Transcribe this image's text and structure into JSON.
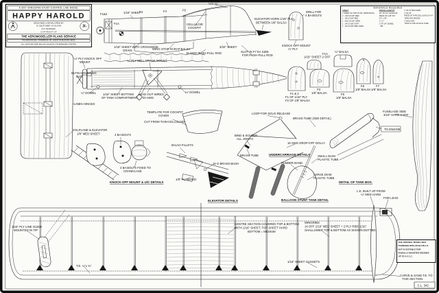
{
  "plan": {
    "banner": "A 30½\" WINGSPAN STUNT CONTROL LINE MODEL",
    "title": "HAPPY HAROLD",
    "designed_by": "DESIGNED & DEVELOPED BY",
    "designers_1": "N.J.BUTCHER, M.GLYNN",
    "designers_2": "& D. BOWLES.",
    "price": "3/-",
    "copyright": "COPYRIGHT OF",
    "publisher": "THE AEROMODELLER PLANS SERVICE",
    "address": "THE AERODROME, STANBRIDGE, NR. LEIGHTON BUZZARD, BEDS.",
    "woods_note": "ALL WOODS ARE BALSA UNLESS OTHERWISE STATED",
    "plan_number": "C.L. 342"
  },
  "materials": {
    "heading": "MATERIALS REQUIRED",
    "sheet_heading": "SHEET:",
    "misc_heading": "MISCELLANEOUS",
    "sheet_rows": [
      "1 SHEET OF 3/16\"x3\"x36\" HARD BALSA",
      "2     ·     1/16\"x3\"x36\" MED     ·",
      "1     ·     1/8\"x3\"x36\" MED     ·",
      "1     ·     3/32\"x3\"x36\" HARD    ·",
      "1     ·     1/4\"x2\"x36\" SOFT    ·",
      "1     ·     1/4\"x3\"x36\" MED HARD ·"
    ],
    "misc_rows": [
      "2'6\" OF 1/4\" SQ BALSA",
      "PIECE OF 1/16\" PLY",
      "2'6\" x 1/4\"  ·",
      "1' x 2\"  ·  ·",
      "2' OF 1/4\" DOWEL",
      "  ·  3/8\"  ·"
    ],
    "wire_rows": [
      "2' OF 16 SWG WIRE",
      "2' OF 18  ·    ·",
      "PIECE OF THIN CELLULOID 2½\"x4\"",
      "TAPE FOR HINGES",
      "2\" BALLOON",
      "THICK & THIN PLASTIC TUBE"
    ]
  },
  "note_box": {
    "line1": "THE ORIGINAL MODEL WAS",
    "line2": "POWERED WITH AN ELFIN 1·8",
    "line3": "BUT IS SUITABLE FOR",
    "line4": "RADIALLY MOUNTED ENGINES",
    "line5": "UP TO 2·5 C.C."
  },
  "labels": {
    "f1_2": "F1&2",
    "f1a_nose": "F1A",
    "sheet116_top": "1/16\" SHEET",
    "f3": "F3",
    "f4": "F4",
    "f5": "F5",
    "quarter_square": "¼\"x ¼\"",
    "celluloid_1": "CELLULOID",
    "celluloid_2": "COCKPIT",
    "crosswise_1": "1/16\" SHEET WITH CROSSWISE",
    "crosswise_2": "GRAIN",
    "wing_stop": "WING STOP SCRAP BALSA",
    "push_pull": "16 SWG PUSH-PULL ROD",
    "elev_horn_1": "ELEVATOR HORN 1/16\" PLY",
    "elev_horn_2": "BETWEEN 1/8\" BALSA",
    "slot_1": "SLOT IN F7 EA SIDE",
    "slot_2": "FOR PUSH PULL ROD",
    "sheet332": "3/32\" SHEET",
    "drill_1": "DRILL FOR",
    "drill_2": "4 BA BOLTS",
    "knock_mount_1": "KNOCK OFF MOUNT",
    "knock_mount_2": "¼\" PLY",
    "f1a_sheet_1": "F1A",
    "f1a_sheet_2": "1/16\" SHEET  2 OFF",
    "ply_knock_1": "¼\" PLY KNOCK OFF",
    "ply_knock_2": "MOUNT",
    "bellcrank_mount": "¼\" PLY BELL CRANK MOUNT",
    "elfin_1": "ELFIN MOUNTING",
    "elfin_2": "LUG",
    "dowel_l": "¼\" DOWEL",
    "tank_bot_1": "1/16\" SHEET BOTTOM",
    "tank_bot_2": "OF TANK COMPARTMENT",
    "leadout_1": "LEAD OUT WIRES",
    "leadout_2": "20 SWG",
    "dowel_r": "¼\" DOWEL",
    "linen": "LINEN HINGES",
    "tailplane_1": "TAILPLANE & ELEVATOR",
    "tailplane_2": "1/8\" MED SHEET",
    "ba_bolts": "4 BA BOLTS",
    "template_1": "TEMPLATE FOR COCKPIT",
    "template_2": "COVER",
    "template_3": "CUT FROM THIN-CELLULOID",
    "crank_1": "4 BA BOLTS FIXED TO",
    "crank_2": "CRANKCASE",
    "knock_heading": "KNOCK-OFF MOUNT & U/C DETAILS",
    "balsa_fillets": "BALSA FILLETS",
    "brass_bush": "16 G BRASS BUSH",
    "plywood": "1/8\" PLYWOOD",
    "elev_heading": "ELEVATOR  DETAILS",
    "loop_solo": "LOOP FOR SOLO RELEASE",
    "bind_1": "BIND & SOLDER",
    "bind_2": "ALL JOINTS",
    "brass_tube": "BRASS TUBE",
    "uc_heading": "UNDERCARRIAGE  DETAILS",
    "brass_detail": "BRASS TUBE (SEE DETAIL)",
    "dolly": "16 SWG DROP-OFF DOLLY",
    "rubber": "RUBBER BAND",
    "small_1": "SMALL DIAM",
    "small_2": "PLASTIC TUBE",
    "large_1": "LARGE DIAM",
    "large_2": "PLASTIC TUBE",
    "balloon_heading": "BALLOON STUNT TANK DETAIL",
    "to_engine": "TO ENGINE",
    "tank_heading": "DETAIL OF TANK BOX.",
    "fus_side_1": "FUSELAGE SIDE",
    "fus_side_2": "3/16\" HARD  2 OFF",
    "le_1": "L.E. BUILT UP FROM",
    "le_2": "¼\" MED HARD",
    "for_lead": "FOR LEAD",
    "f12_a": "F1 & 2",
    "f12_b": "F1 OF 1/16\" PLY",
    "f12_c": "F2 OF 1/8\" BALSA",
    "f3f_a": "F3",
    "f3f_b": "1/8\" BALSA",
    "quarter_balsa": "¼\" BALSA",
    "f5f_a": "F5",
    "f5f_b": "1/8\" BALSA",
    "f6f_a": "F6",
    "f6f_b": "1/8\" BALSA",
    "f7f_a": "F7",
    "f7f_b": "1/8\" BALSA",
    "line_guide_1": "1/16\" PLY LINE GUIDE",
    "line_guide_2": "MOUNTED IN TIP",
    "te_dim": "T.E. ¼\"x ¾\"",
    "centre_1": "CENTRE SECTION COVERED TOP & BOTTOM",
    "centre_2": "WITH 1/16\" SHEET.   TOP SHEET HARD",
    "centre_3": "BOTTOM = MEDIUM",
    "ribs_1": "WINGRIBS",
    "ribs_2": "14 OFF 1/16\" MED SHEET + 2 PLY RIBS 1/16\"",
    "ribs_3": "SHALLOWER TOP & BOTTOM AS SHOWN DOTTED.",
    "gussets": "1/16\" SHEET GUSSETS",
    "carve_1": "CARVE & SAND T.E. TO",
    "carve_2": "THIS SECTION"
  }
}
